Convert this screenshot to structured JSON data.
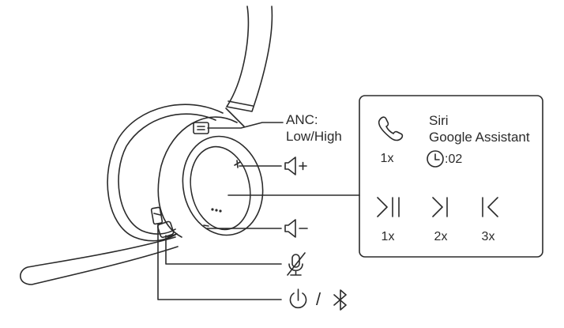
{
  "labels": {
    "anc": "ANC:",
    "anc_mode": "Low/High"
  },
  "panel": {
    "call_count": "1x",
    "voice_line1": "Siri",
    "voice_line2": "Google Assistant",
    "hold_time": ":02",
    "play_pause_count": "1x",
    "next_count": "2x",
    "prev_count": "3x"
  },
  "icons": {
    "anc_switch": "anc-switch-icon",
    "volume_up": "volume-up-icon",
    "volume_down": "volume-down-icon",
    "mute": "mic-mute-icon",
    "power": "power-icon",
    "bluetooth": "bluetooth-icon",
    "phone": "phone-icon",
    "clock": "clock-icon",
    "play_pause": "play-pause-icon",
    "next": "next-track-icon",
    "previous": "previous-track-icon"
  },
  "separator": "/",
  "colors": {
    "line": "#2b2b2b",
    "surface": "#ffffff"
  }
}
